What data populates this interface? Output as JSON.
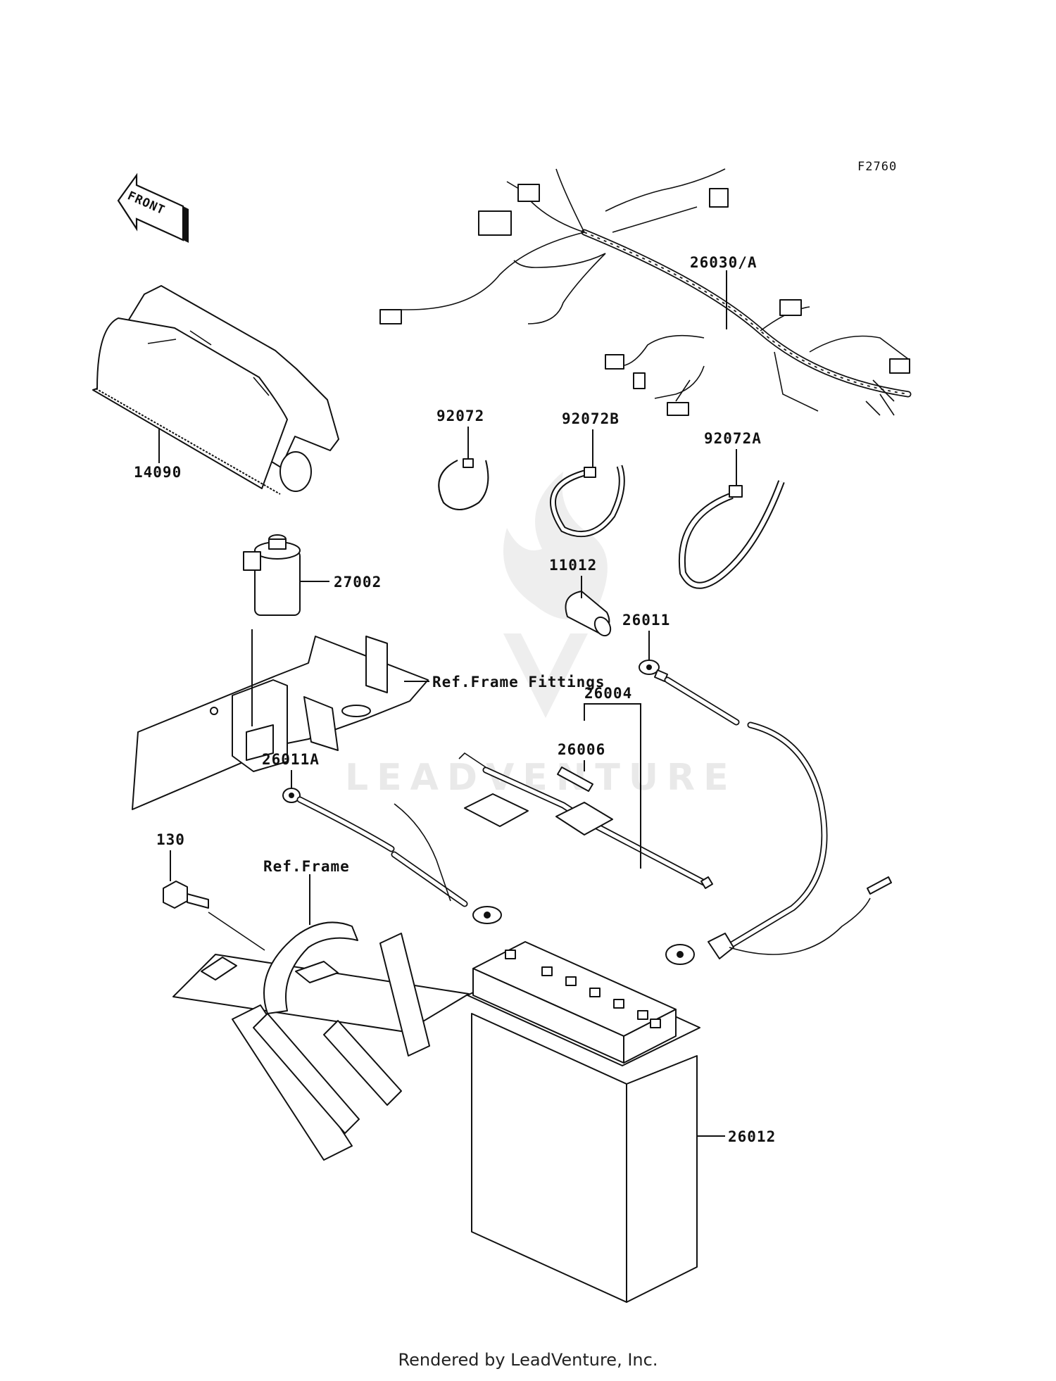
{
  "figure_code": "F2760",
  "front_label": "FRONT",
  "callouts": {
    "p14090": "14090",
    "p27002": "27002",
    "p26030A": "26030/A",
    "p92072": "92072",
    "p92072B": "92072B",
    "p92072A": "92072A",
    "p11012": "11012",
    "p26011": "26011",
    "p26004": "26004",
    "p26006": "26006",
    "p26011A": "26011A",
    "p130": "130",
    "p26012": "26012"
  },
  "references": {
    "frame_fittings": "Ref.Frame Fittings",
    "frame": "Ref.Frame"
  },
  "watermark": "LEADVENTURE",
  "footer": "Rendered by LeadVenture, Inc."
}
